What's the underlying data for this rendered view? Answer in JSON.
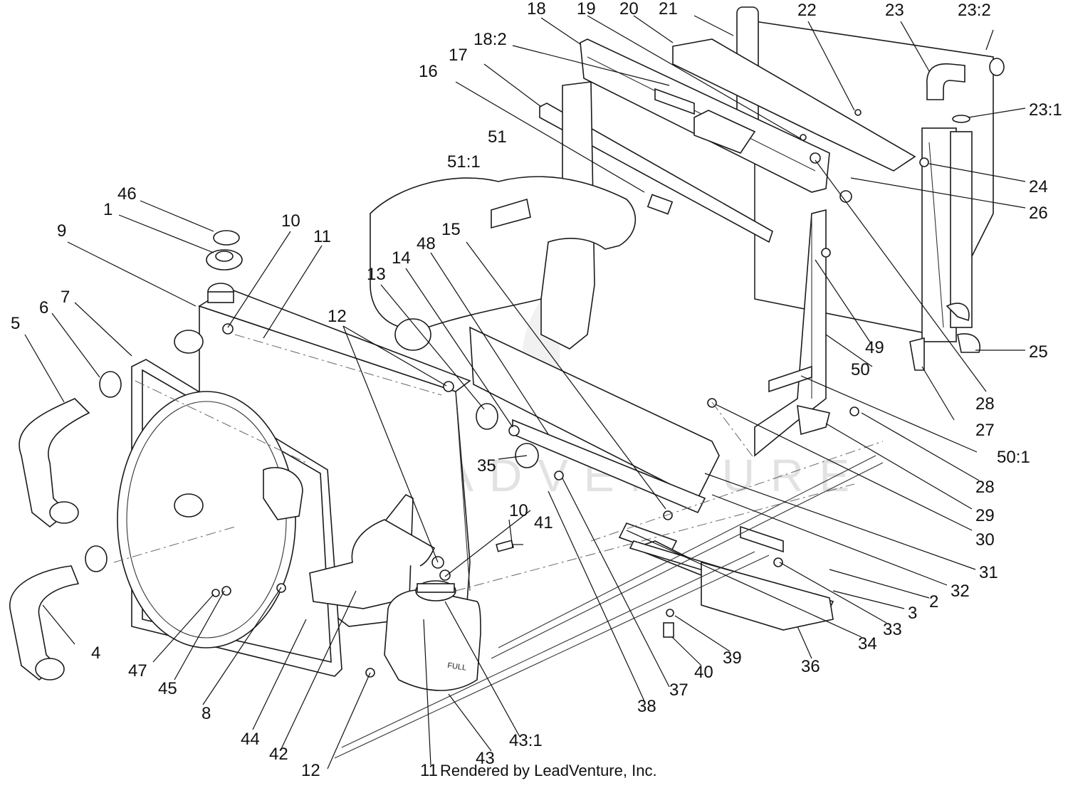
{
  "watermark": "LEADVENTURE",
  "footer": "Rendered by LeadVenture, Inc.",
  "part_labels": {
    "n1": "1",
    "n2": "2",
    "n3": "3",
    "n4": "4",
    "n5": "5",
    "n6": "6",
    "n7": "7",
    "n8": "8",
    "n9": "9",
    "n10a": "10",
    "n10b": "10",
    "n11a": "11",
    "n11b": "11",
    "n12a": "12",
    "n12b": "12",
    "n13": "13",
    "n14": "14",
    "n15": "15",
    "n16": "16",
    "n17": "17",
    "n18": "18",
    "n18_2": "18:2",
    "n19": "19",
    "n20": "20",
    "n21": "21",
    "n22": "22",
    "n23": "23",
    "n23_1": "23:1",
    "n23_2": "23:2",
    "n24": "24",
    "n25": "25",
    "n26": "26",
    "n27": "27",
    "n28a": "28",
    "n28b": "28",
    "n29": "29",
    "n30": "30",
    "n31": "31",
    "n32": "32",
    "n33": "33",
    "n34": "34",
    "n35": "35",
    "n36": "36",
    "n37": "37",
    "n38": "38",
    "n39": "39",
    "n40": "40",
    "n41": "41",
    "n42": "42",
    "n43": "43",
    "n43_1": "43:1",
    "n44": "44",
    "n45": "45",
    "n46": "46",
    "n47": "47",
    "n48": "48",
    "n49": "49",
    "n50": "50",
    "n50_1": "50:1",
    "n51": "51",
    "n51_1": "51:1"
  },
  "tank_marking": "FULL"
}
